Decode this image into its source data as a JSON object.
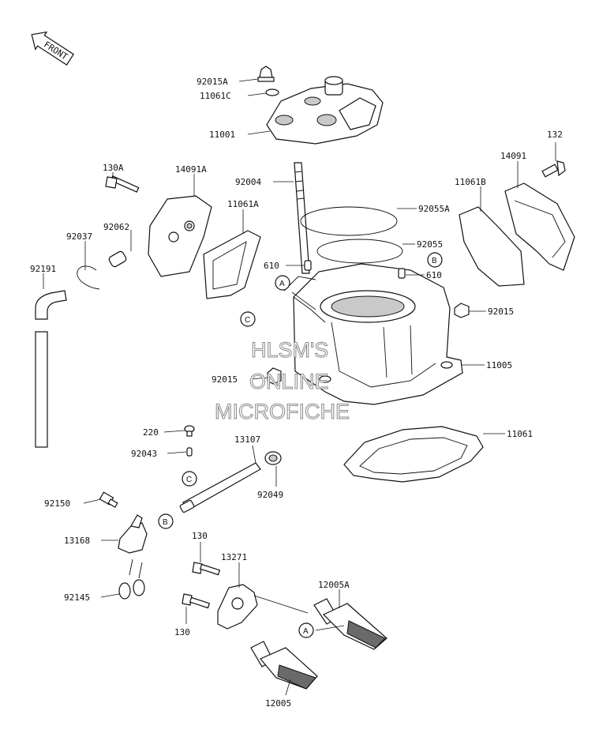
{
  "front_arrow": {
    "label": "FRONT"
  },
  "parts": {
    "p92015A": "92015A",
    "p11061C": "11061C",
    "p11001": "11001",
    "p132": "132",
    "p14091": "14091",
    "p130A": "130A",
    "p14091A": "14091A",
    "p92004": "92004",
    "p11061B": "11061B",
    "p11061A": "11061A",
    "p92055A": "92055A",
    "p92037": "92037",
    "p92062": "92062",
    "p92055": "92055",
    "p92191": "92191",
    "p610a": "610",
    "p610b": "610",
    "p92015": "92015",
    "p11005": "11005",
    "p92015b": "92015",
    "p11061": "11061",
    "p220": "220",
    "p13107": "13107",
    "p92043": "92043",
    "p92049": "92049",
    "p92150": "92150",
    "p130a": "130",
    "p13168": "13168",
    "p13271": "13271",
    "p12005A": "12005A",
    "p92145": "92145",
    "p130b": "130",
    "p12005": "12005"
  },
  "refs": {
    "a1": "A",
    "a2": "A",
    "b1": "B",
    "b2": "B",
    "c1": "C",
    "c2": "C"
  },
  "watermark": {
    "line1": "HLSM'S",
    "line2": "ONLINE",
    "line3": "MICROFICHE"
  }
}
